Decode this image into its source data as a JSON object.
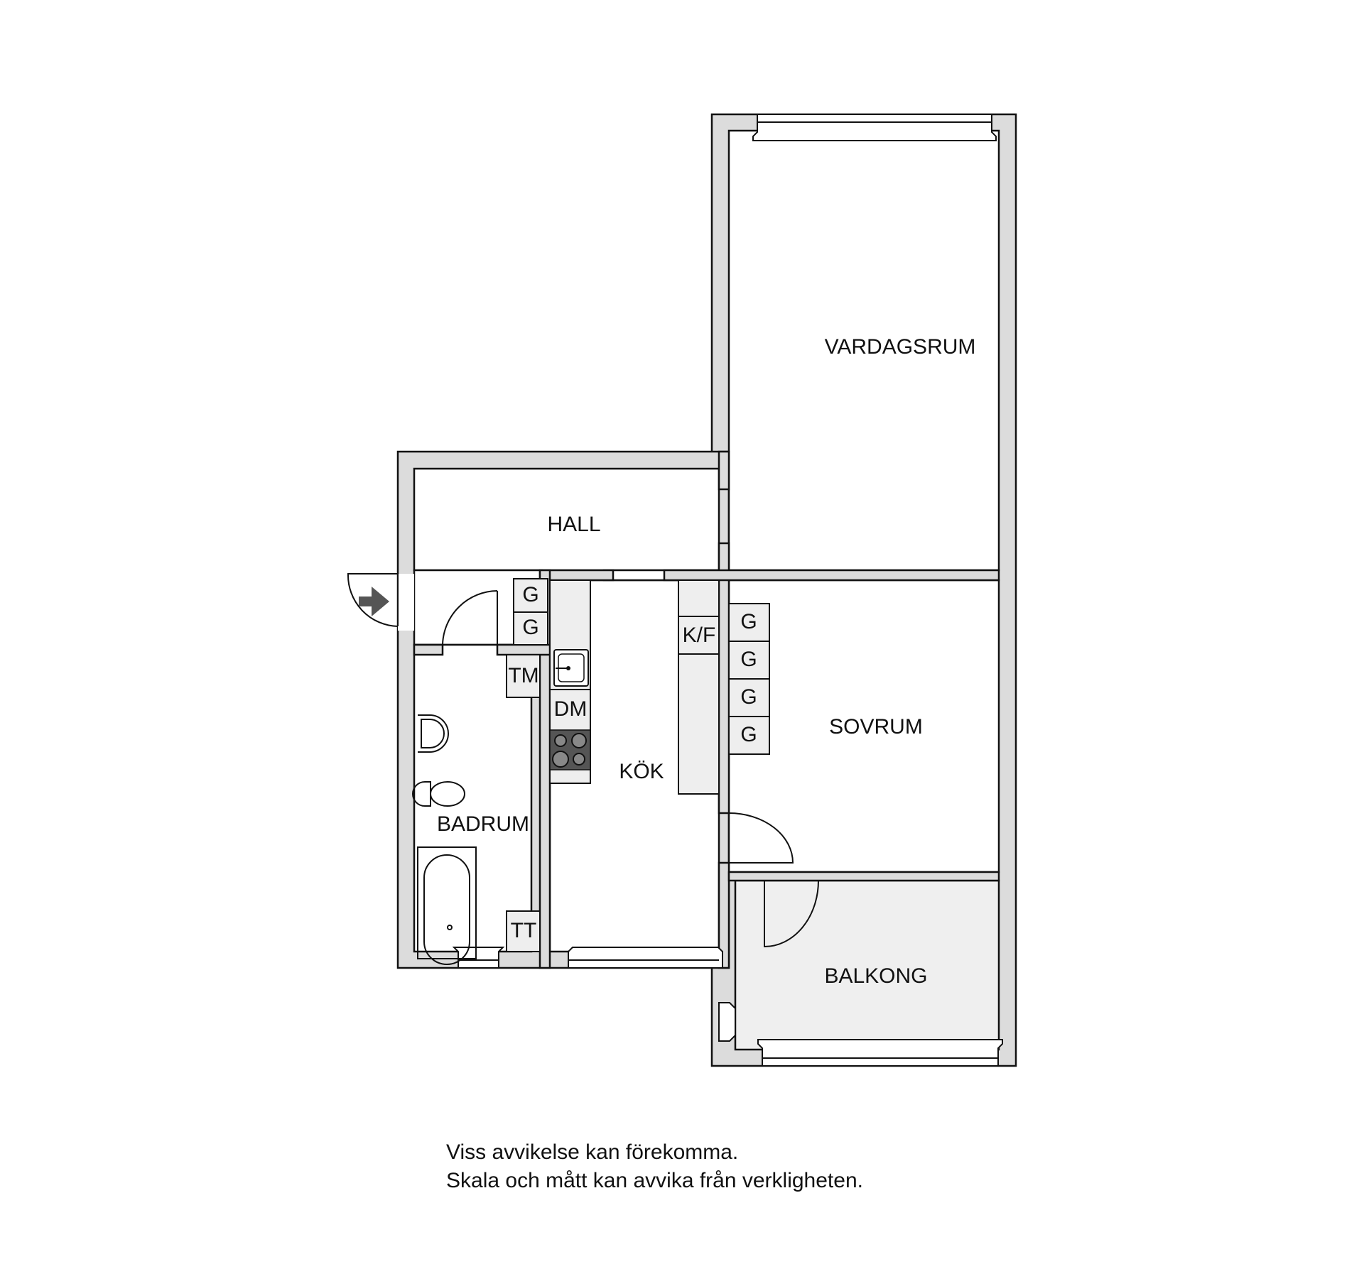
{
  "rooms": {
    "vardagsrum": "VARDAGSRUM",
    "hall": "HALL",
    "sovrum": "SOVRUM",
    "kok": "KÖK",
    "badrum": "BADRUM",
    "balkong": "BALKONG"
  },
  "fixtures": {
    "hall_wardrobe": [
      "G",
      "G"
    ],
    "bath_washer": "TM",
    "bath_dryer": "TT",
    "kitchen_dishwasher": "DM",
    "kitchen_fridge": "K/F",
    "bedroom_wardrobe": [
      "G",
      "G",
      "G",
      "G"
    ]
  },
  "icons": {
    "entrance": "entrance-arrow-icon",
    "sink": "kitchen-sink-icon",
    "stove": "stove-icon",
    "washbasin": "washbasin-icon",
    "toilet": "toilet-icon",
    "bathtub": "bathtub-icon"
  },
  "colors": {
    "wall": "#dcdcdc",
    "cabinet": "#eeeeee",
    "balcony": "#efefef",
    "stove": "#555555",
    "arrow": "#555555"
  },
  "disclaimer": {
    "line1": "Viss avvikelse kan förekomma.",
    "line2": "Skala och mått kan avvika från verkligheten."
  }
}
